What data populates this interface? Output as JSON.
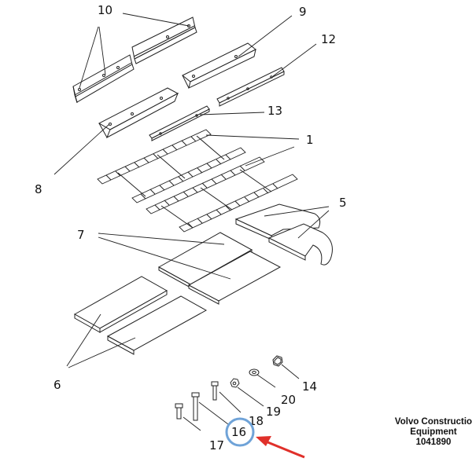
{
  "labels": {
    "p1": "1",
    "p5": "5",
    "p6": "6",
    "p7": "7",
    "p8": "8",
    "p9": "9",
    "p10": "10",
    "p12": "12",
    "p13": "13",
    "p14": "14",
    "p16": "16",
    "p17": "17",
    "p18": "18",
    "p19": "19",
    "p20": "20"
  },
  "brand": {
    "line1": "Volvo Constructio",
    "line2": "Equipment",
    "part_number": "1041890"
  },
  "highlight": {
    "circle_color": "#6fa3d8",
    "arrow_color": "#e0302a",
    "target_part": "16"
  }
}
